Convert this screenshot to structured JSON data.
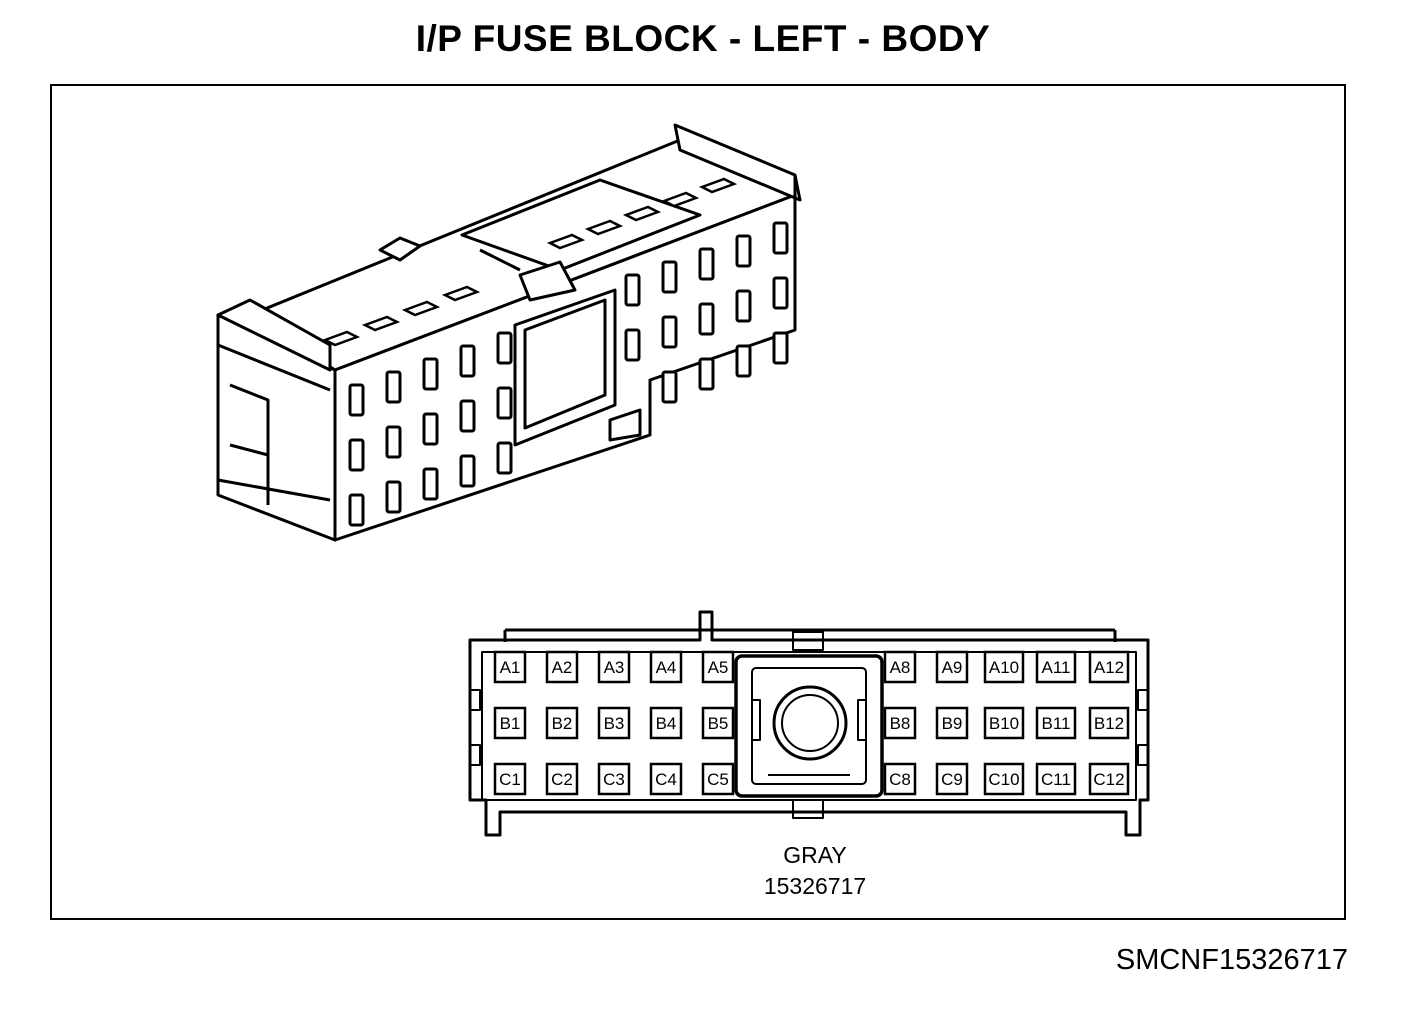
{
  "title": "I/P FUSE BLOCK - LEFT - BODY",
  "reference": "SMCNF15326717",
  "connector": {
    "color": "GRAY",
    "part_number": "15326717",
    "rows": [
      {
        "left": [
          "A1",
          "A2",
          "A3",
          "A4",
          "A5"
        ],
        "right": [
          "A8",
          "A9",
          "A10",
          "A11",
          "A12"
        ]
      },
      {
        "left": [
          "B1",
          "B2",
          "B3",
          "B4",
          "B5"
        ],
        "right": [
          "B8",
          "B9",
          "B10",
          "B11",
          "B12"
        ]
      },
      {
        "left": [
          "C1",
          "C2",
          "C3",
          "C4",
          "C5"
        ],
        "right": [
          "C8",
          "C9",
          "C10",
          "C11",
          "C12"
        ]
      }
    ]
  }
}
